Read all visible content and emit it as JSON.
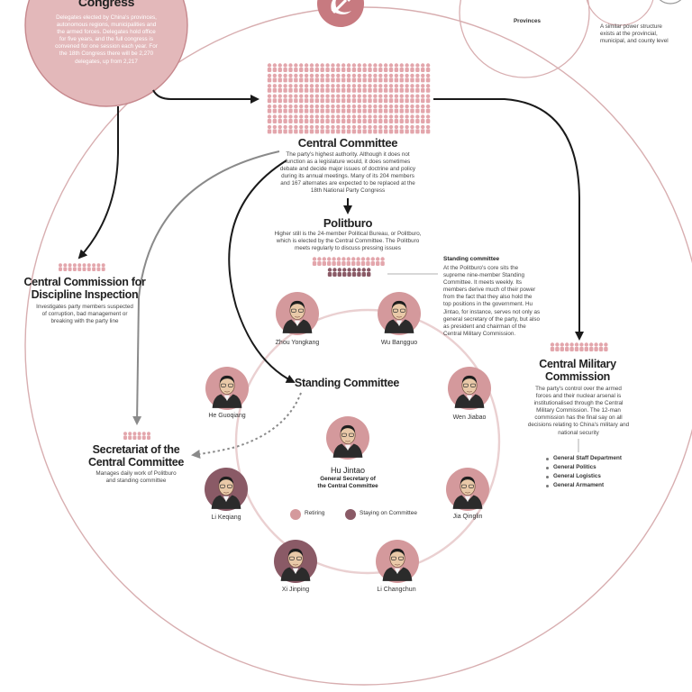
{
  "colors": {
    "retiring": "#d4999c",
    "staying": "#8a5a66",
    "people": "#e3a6ac",
    "ring": "#d8aeb0",
    "congress_fill": "#e3b8ba",
    "arrow_dark": "#1a1a1a",
    "arrow_gray": "#8a8a8a"
  },
  "congress": {
    "title": "Congress",
    "text": [
      "Delegates elected by China's provinces,",
      "autonomous regions, municipalities and",
      "the armed forces. Delegates hold office",
      "for five years, and the full congress is",
      "convened for one session each year. For",
      "the 18th Congress there will be 2,270",
      "delegates, up from 2,217"
    ]
  },
  "provinces": {
    "label": "Provinces",
    "text": [
      "A similar power structure",
      "exists at the provincial,",
      "municipal, and county level"
    ]
  },
  "central_committee": {
    "title": "Central Committee",
    "text": [
      "The party's highest authority. Although it does not",
      "function as a legislature would, it does sometimes",
      "debate and decide major issues of doctrine and policy",
      "during its annual meetings. Many of its 204 members",
      "and 167 alternates are expected to be replaced at the",
      "18th National Party Congress"
    ]
  },
  "politburo": {
    "title": "Politburo",
    "text": [
      "Higher still is the 24-member Political Bureau, or Politburo,",
      "which is elected by the Central Committee. The Politburo",
      "meets regularly to discuss pressing issues"
    ]
  },
  "standing_note": {
    "title": "Standing committee",
    "text": [
      "At the Politburo's core sits the",
      "supreme nine-member Standing",
      "Committee. It meets weekly. Its",
      "members derive much of their power",
      "from the fact that they also hold the",
      "top positions in the government. Hu",
      "Jintao, for instance, serves not only as",
      "general secretary of the party, but also",
      "as president and chairman of the",
      "Central Military Commission."
    ]
  },
  "ccdi": {
    "title": [
      "Central Commission for",
      "Discipline Inspection"
    ],
    "text": [
      "Investigates party members suspected",
      "of corruption, bad management or",
      "breaking with the party line"
    ]
  },
  "cmc": {
    "title": [
      "Central Military",
      "Commission"
    ],
    "text": [
      "The party's control over the armed",
      "forces and their nuclear arsenal is",
      "institutionalised through the Central",
      "Military Commission. The 12-man",
      "commission has the final say on all",
      "decisions relating to China's military and",
      "national security"
    ],
    "list": [
      "General Staff Department",
      "General Politics",
      "General Logistics",
      "General Armament"
    ]
  },
  "secretariat": {
    "title": [
      "Secretariat of the",
      "Central Committee"
    ],
    "text": [
      "Manages daily work of Politburo",
      "and standing committee"
    ]
  },
  "standing_committee_label": "Standing Committee",
  "center_person": {
    "name": "Hu Jintao",
    "role": [
      "General Secretary of",
      "the Central Committee"
    ]
  },
  "members": [
    {
      "name": "Zhou Yongkang",
      "status": "retiring"
    },
    {
      "name": "Wu Bangguo",
      "status": "retiring"
    },
    {
      "name": "Wen Jiabao",
      "status": "retiring"
    },
    {
      "name": "Jia Qinglin",
      "status": "retiring"
    },
    {
      "name": "Li Changchun",
      "status": "retiring"
    },
    {
      "name": "Xi Jinping",
      "status": "staying"
    },
    {
      "name": "Li Keqiang",
      "status": "staying"
    },
    {
      "name": "He Guoqiang",
      "status": "retiring"
    }
  ],
  "legend": {
    "retiring": "Retiring",
    "staying": "Staying on Committee"
  }
}
